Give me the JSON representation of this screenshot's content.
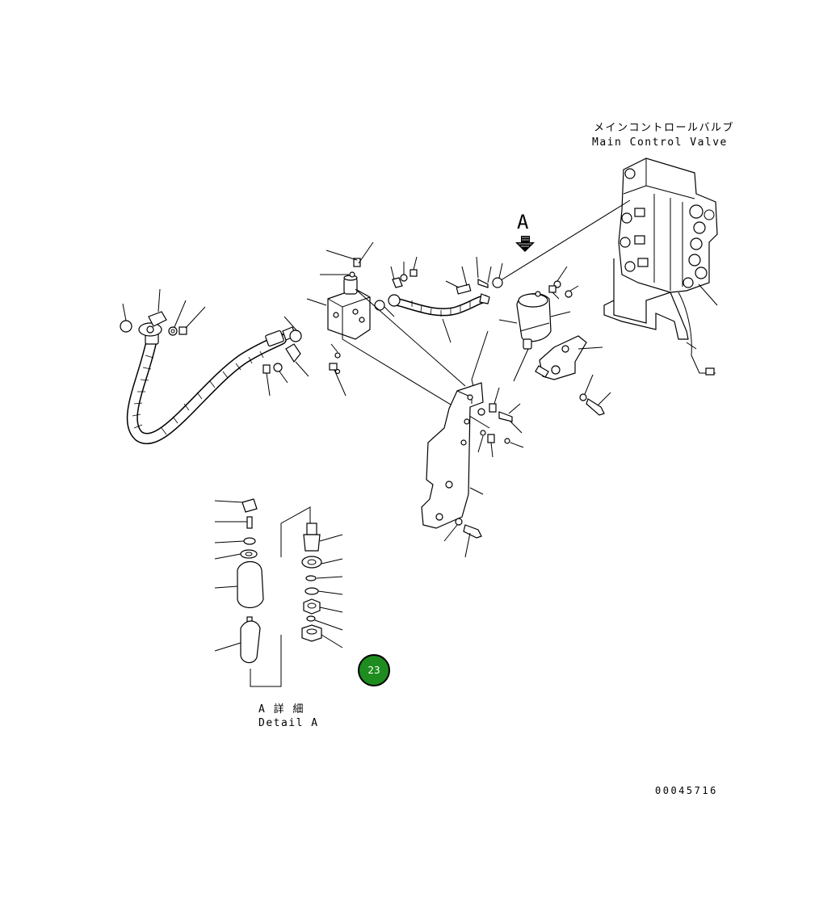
{
  "labels": {
    "main_control_valve_jp": "メインコントロールバルブ",
    "main_control_valve_en": "Main Control Valve",
    "view_arrow": "A",
    "detail_jp": "A 詳 細",
    "detail_en": "Detail A",
    "drawing_number": "00045716"
  },
  "badge": {
    "number": "23",
    "color": "#1e8c1e"
  }
}
